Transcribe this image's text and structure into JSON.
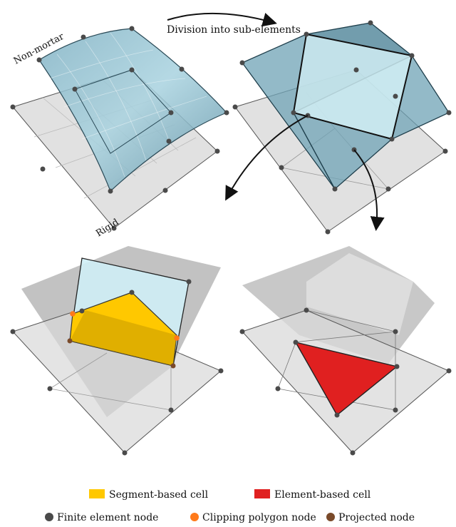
{
  "annotations": {
    "division": "Division into sub-elements",
    "non_mortar": "Non-mortar",
    "rigid": "Rigid"
  },
  "legend": {
    "segment_cell": "Segment-based cell",
    "element_cell": "Element-based cell",
    "fe_node": "Finite element node",
    "clip_node": "Clipping polygon node",
    "proj_node": "Projected node"
  },
  "colors": {
    "segment_cell": "#ffc800",
    "element_cell": "#e02020",
    "fe_node": "#4a4a4a",
    "clip_node": "#ff7a1a",
    "proj_node": "#7a4a2a",
    "surface": "#6fa3b5",
    "rigid": "#d9d9d9"
  }
}
